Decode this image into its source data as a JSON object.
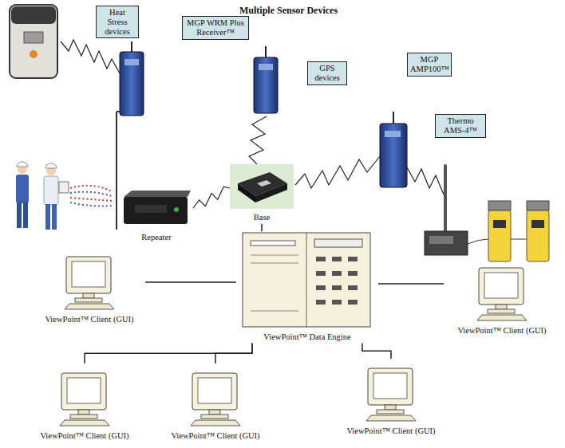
{
  "diagram": {
    "title": "Multiple Sensor Devices",
    "nodes": [
      {
        "text": [
          "Heat Stress devices"
        ]
      },
      {
        "text": [
          "MGP WRM Plus Receiver™"
        ]
      },
      {
        "text": [
          "GPS devices"
        ]
      },
      {
        "text": [
          "MGP AMP100™"
        ]
      },
      {
        "text": [
          "Thermo AMS-4™"
        ]
      },
      {
        "text": [
          "Repeater"
        ]
      },
      {
        "text": [
          "Base"
        ]
      },
      {
        "text": [
          "ViewPoint™ Data Engine"
        ]
      },
      {
        "text": [
          "ViewPoint™ Client (GUI)"
        ]
      },
      {
        "text": [
          "ViewPoint™ Client (GUI)"
        ]
      },
      {
        "text": [
          "ViewPoint™ Client (GUI)"
        ]
      },
      {
        "text": [
          "ViewPoint™ Client (GUI)"
        ]
      },
      {
        "text": [
          "ViewPoint™ Client (GUI)"
        ]
      }
    ],
    "edges": [
      {
        "from": 5,
        "to": 6,
        "arrow": "none"
      },
      {
        "from": 6,
        "to": 7,
        "arrow": "none"
      },
      {
        "from": 7,
        "to": 8,
        "arrow": "none"
      },
      {
        "from": 7,
        "to": 9,
        "arrow": "none"
      },
      {
        "from": 7,
        "to": 10,
        "arrow": "none"
      },
      {
        "from": 7,
        "to": 11,
        "arrow": "none"
      },
      {
        "from": 7,
        "to": 12,
        "arrow": "none"
      }
    ]
  }
}
